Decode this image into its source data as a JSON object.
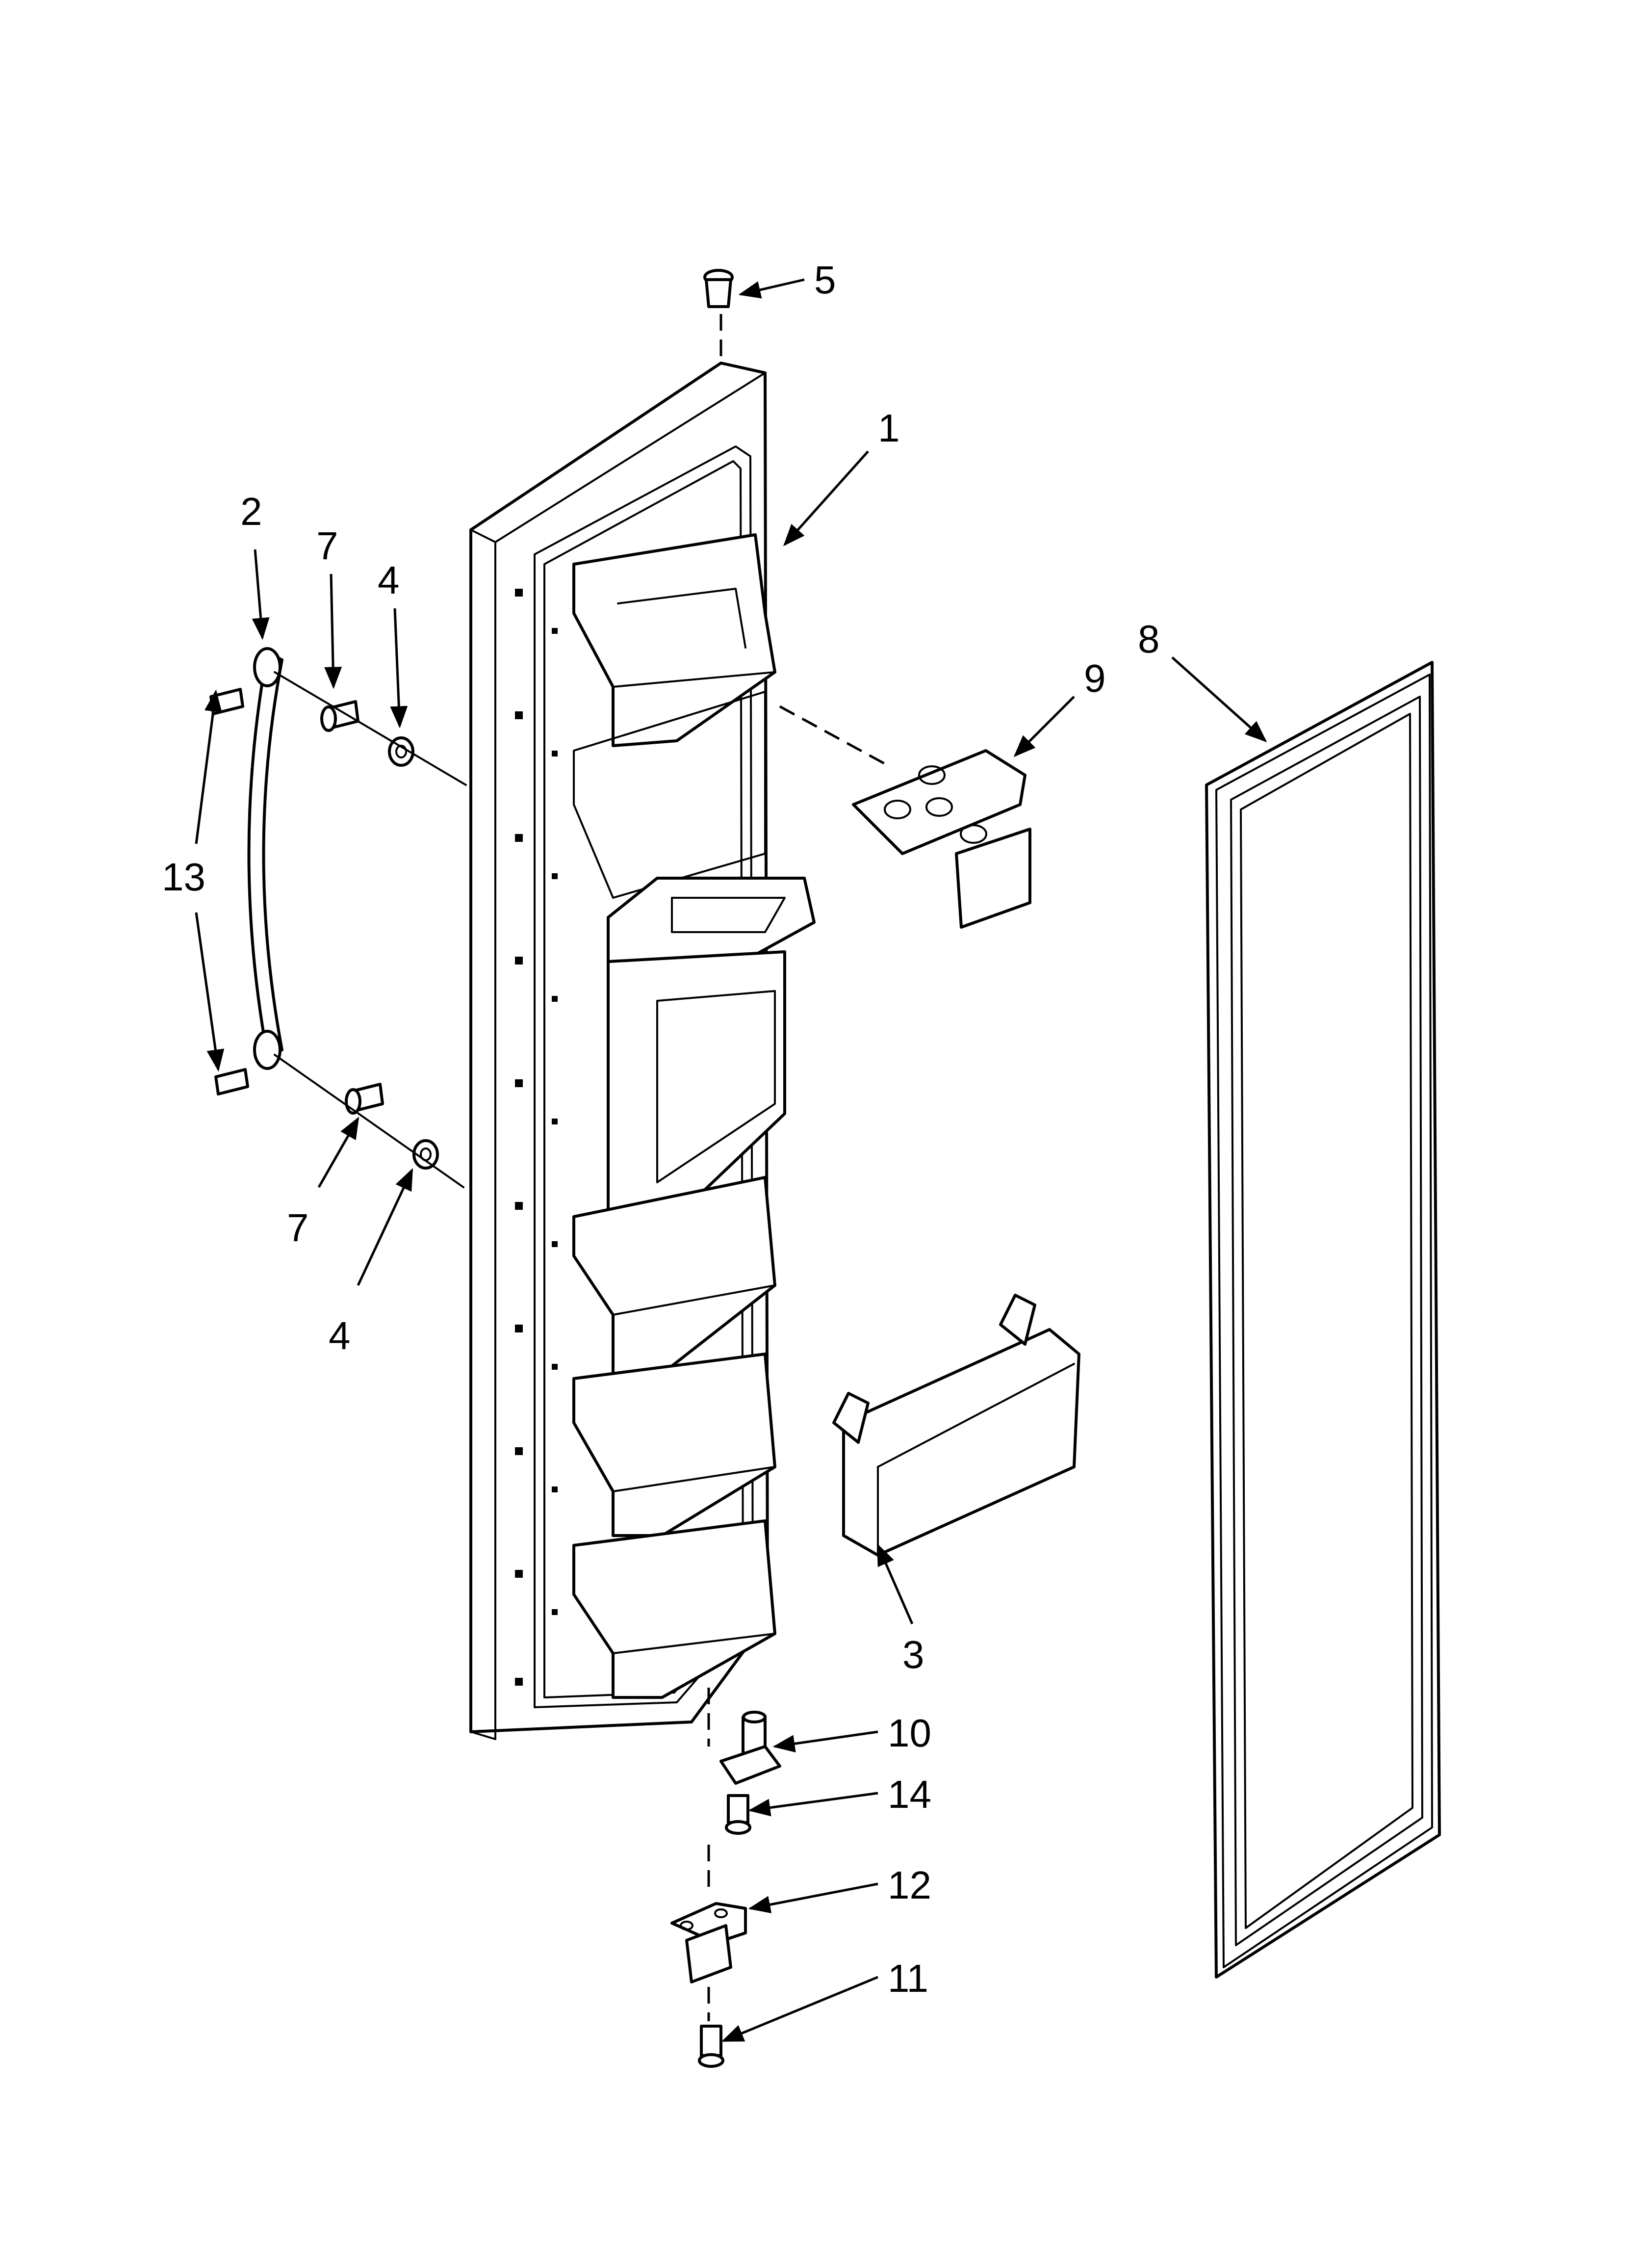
{
  "callouts": [
    {
      "id": "1",
      "label": "1"
    },
    {
      "id": "2",
      "label": "2"
    },
    {
      "id": "3",
      "label": "3"
    },
    {
      "id": "4a",
      "label": "4"
    },
    {
      "id": "4b",
      "label": "4"
    },
    {
      "id": "5",
      "label": "5"
    },
    {
      "id": "7a",
      "label": "7"
    },
    {
      "id": "7b",
      "label": "7"
    },
    {
      "id": "8",
      "label": "8"
    },
    {
      "id": "9",
      "label": "9"
    },
    {
      "id": "10",
      "label": "10"
    },
    {
      "id": "11",
      "label": "11"
    },
    {
      "id": "12",
      "label": "12"
    },
    {
      "id": "13",
      "label": "13"
    },
    {
      "id": "14",
      "label": "14"
    }
  ],
  "colors": {
    "line": "#000000",
    "background": "#ffffff"
  }
}
